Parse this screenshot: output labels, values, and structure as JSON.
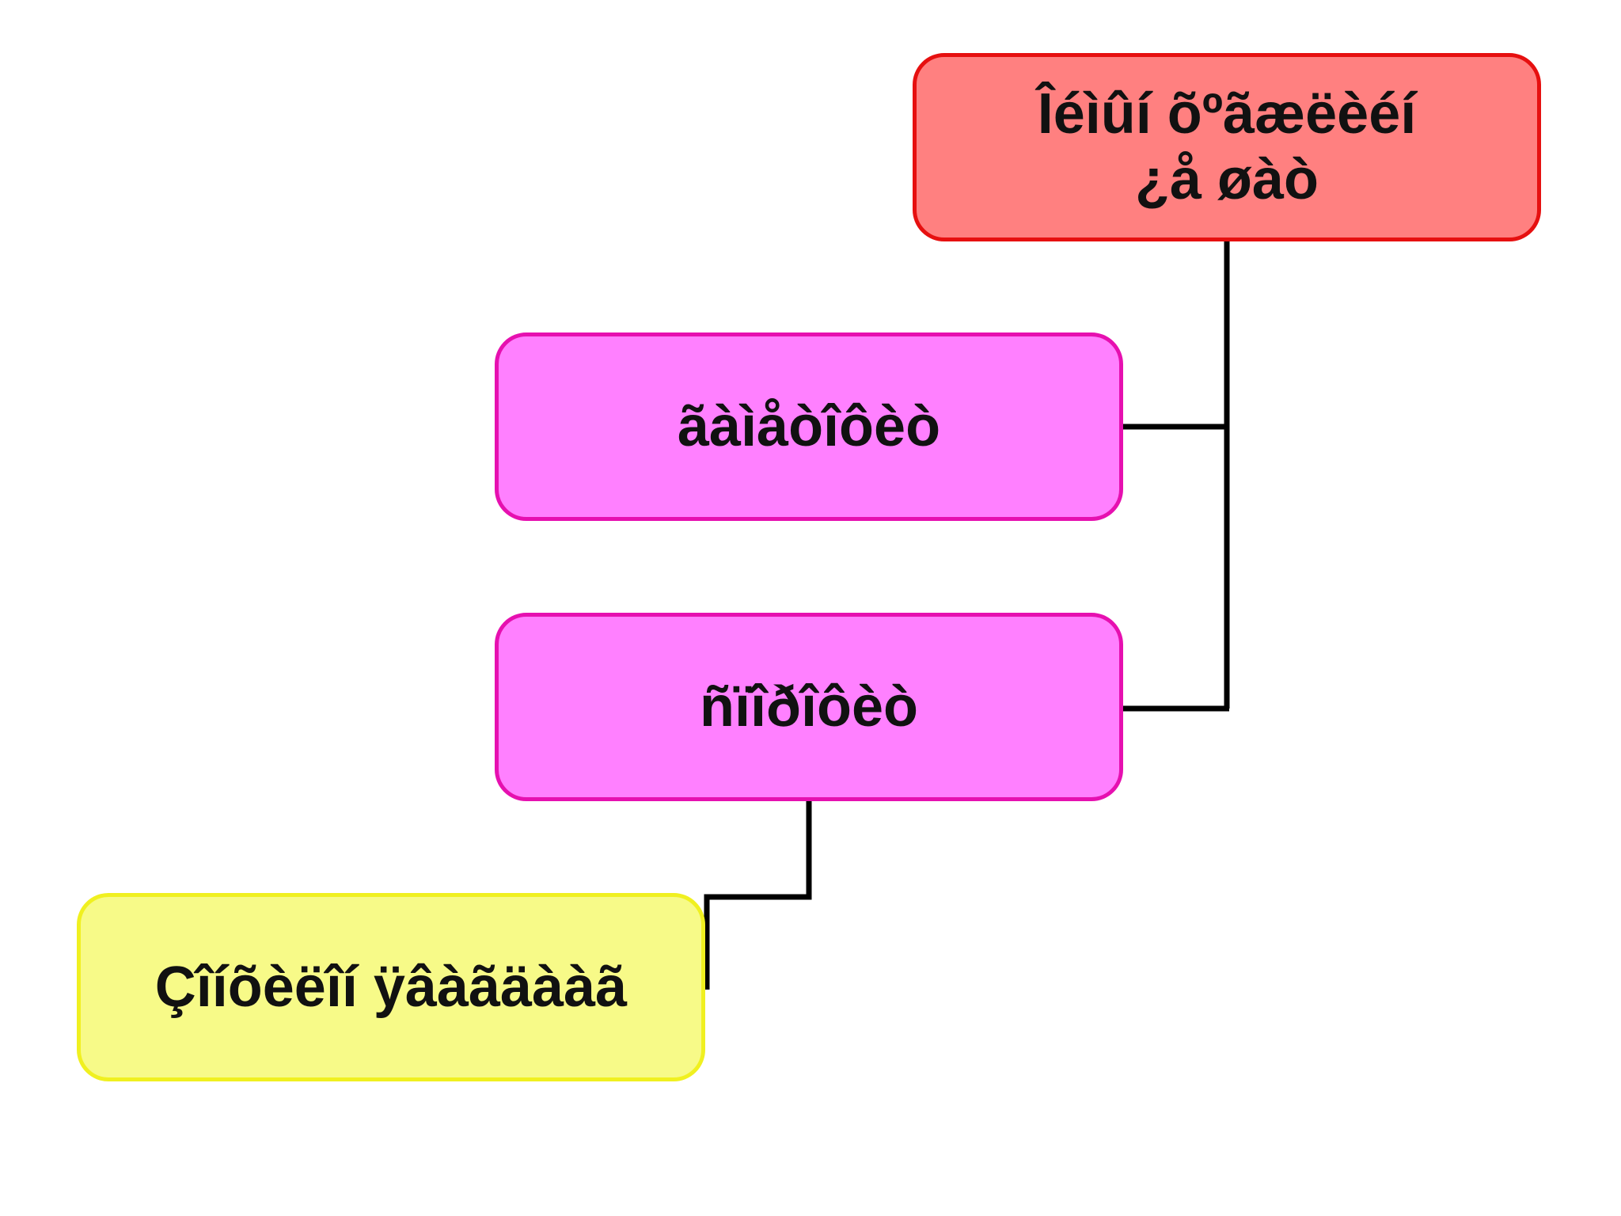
{
  "diagram": {
    "type": "hierarchy",
    "nodes": [
      {
        "id": "root",
        "label": "Îéìûí õºãæëèéí\n¿å øàò",
        "fill": "#ff8080",
        "border": "#e61010"
      },
      {
        "id": "a",
        "label": "ãàìåòîôèò",
        "fill": "#ff80ff",
        "border": "#e610b0"
      },
      {
        "id": "b",
        "label": "ñïîðîôèò",
        "fill": "#ff80ff",
        "border": "#e610b0"
      },
      {
        "id": "c",
        "label": "Çîíõèëîí ÿâàãäààã",
        "fill": "#f7fa88",
        "border": "#f0f020"
      }
    ],
    "edges": [
      {
        "from": "root",
        "to": "a"
      },
      {
        "from": "root",
        "to": "b"
      },
      {
        "from": "b",
        "to": "c"
      }
    ],
    "connector_color": "#000000"
  }
}
